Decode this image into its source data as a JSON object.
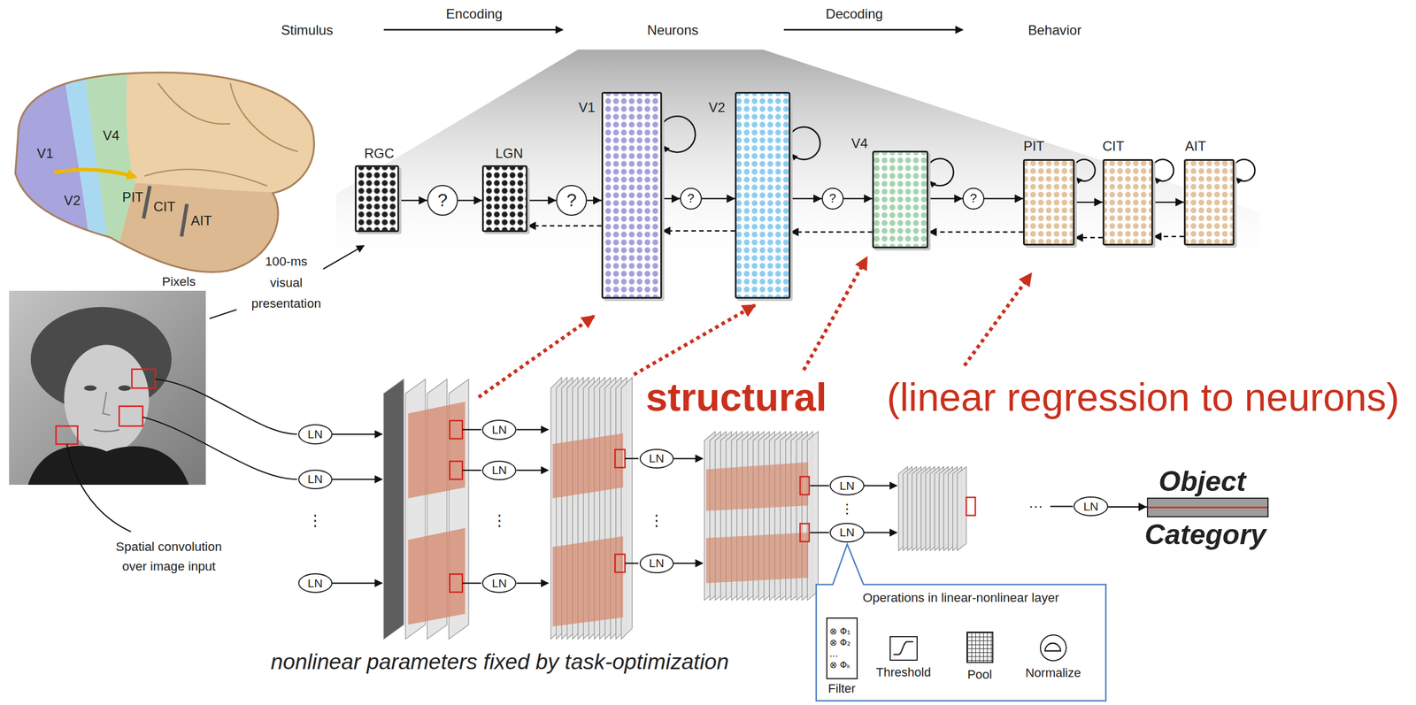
{
  "diagram": {
    "nodes": [
      {
        "text": [
          "RGC"
        ]
      },
      {
        "text": [
          "?"
        ]
      },
      {
        "text": [
          "LGN"
        ]
      },
      {
        "text": [
          "?"
        ]
      },
      {
        "text": [
          "V1"
        ]
      },
      {
        "text": [
          "?"
        ]
      },
      {
        "text": [
          "V2"
        ]
      },
      {
        "text": [
          "?"
        ]
      },
      {
        "text": [
          "V4"
        ]
      },
      {
        "text": [
          "?"
        ]
      },
      {
        "text": [
          "PIT"
        ]
      },
      {
        "text": [
          "CIT"
        ]
      },
      {
        "text": [
          "AIT"
        ]
      },
      {
        "text": [
          "LN"
        ]
      },
      {
        "text": [
          "LN"
        ]
      },
      {
        "text": [
          "LN"
        ]
      },
      {
        "text": [
          "LN"
        ]
      },
      {
        "text": [
          "LN"
        ]
      },
      {
        "text": [
          "LN"
        ]
      },
      {
        "text": [
          "LN"
        ]
      },
      {
        "text": [
          "LN"
        ]
      },
      {
        "text": [
          "LN"
        ]
      },
      {
        "text": [
          "LN"
        ]
      },
      {
        "text": [
          "LN"
        ]
      },
      {
        "text": [
          "Object",
          "Category"
        ]
      },
      {
        "text": [
          "Operations in linear-nonlinear layer"
        ]
      },
      {
        "text": [
          "⊗ Φ₁",
          "⊗ Φ₂",
          "...",
          "⊗ Φₖ",
          "Filter"
        ],
        "in": 25
      },
      {
        "text": [
          "Threshold"
        ],
        "in": 25
      },
      {
        "text": [
          "Pool"
        ],
        "in": 25
      },
      {
        "text": [
          "Normalize"
        ],
        "in": 25
      }
    ],
    "edges": [
      {
        "from": 0,
        "to": 1,
        "arrow": "to"
      },
      {
        "from": 1,
        "to": 2,
        "arrow": "to"
      },
      {
        "from": 2,
        "to": 3,
        "arrow": "to"
      },
      {
        "from": 3,
        "to": 4,
        "arrow": "to"
      },
      {
        "from": 4,
        "to": 5,
        "arrow": "to"
      },
      {
        "from": 5,
        "to": 6,
        "arrow": "to"
      },
      {
        "from": 6,
        "to": 7,
        "arrow": "to"
      },
      {
        "from": 7,
        "to": 8,
        "arrow": "to"
      },
      {
        "from": 8,
        "to": 9,
        "arrow": "to"
      },
      {
        "from": 9,
        "to": 10,
        "arrow": "to"
      },
      {
        "from": 10,
        "to": 11,
        "arrow": "to"
      },
      {
        "from": 11,
        "to": 12,
        "arrow": "to"
      },
      {
        "from": 4,
        "to": 2,
        "arrow": "to"
      },
      {
        "from": 6,
        "to": 4,
        "arrow": "to"
      },
      {
        "from": 8,
        "to": 6,
        "arrow": "to"
      },
      {
        "from": 10,
        "to": 8,
        "arrow": "to"
      },
      {
        "from": 11,
        "to": 10,
        "arrow": "to"
      },
      {
        "from": 12,
        "to": 11,
        "arrow": "to"
      },
      {
        "from": 23,
        "to": 24,
        "arrow": "to"
      },
      {
        "from": 26,
        "to": 27,
        "arrow": "to"
      },
      {
        "from": 27,
        "to": 28,
        "arrow": "to"
      },
      {
        "from": 28,
        "to": 29,
        "arrow": "to"
      }
    ],
    "labels": [
      "Stimulus",
      "Encoding",
      "Neurons",
      "Decoding",
      "Behavior",
      "V1",
      "V4",
      "V2",
      "PIT",
      "CIT",
      "AIT",
      "Pixels",
      "100-ms visual presentation",
      "Spatial convolution over image input",
      "⋮",
      "⋮",
      "⋮",
      "⋮",
      "···",
      "structural",
      "(linear regression to neurons)",
      "nonlinear parameters fixed by task-optimization"
    ]
  }
}
